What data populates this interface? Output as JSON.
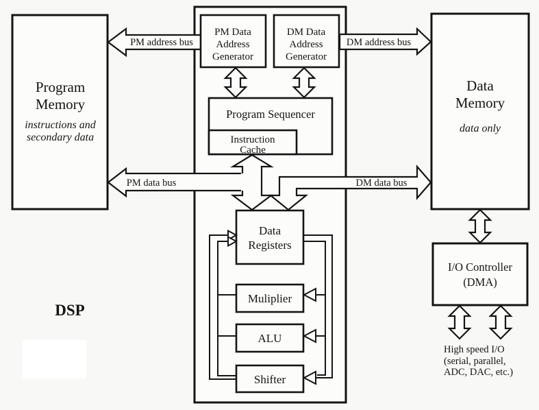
{
  "colors": {
    "ink": "#141414",
    "background": "#f8f8f6",
    "box_fill": "#fcfcfa",
    "erased_patch": "#ffffff"
  },
  "diagram": {
    "dsp_label": "DSP",
    "program_memory": {
      "line1": "Program",
      "line2": "Memory",
      "note1": "instructions and",
      "note2": "secondary data"
    },
    "data_memory": {
      "line1": "Data",
      "line2": "Memory",
      "note1": "data only"
    },
    "pm_dag": {
      "line1": "PM Data",
      "line2": "Address",
      "line3": "Generator"
    },
    "dm_dag": {
      "line1": "DM Data",
      "line2": "Address",
      "line3": "Generator"
    },
    "program_sequencer": {
      "line1": "Program Sequencer"
    },
    "instruction_cache": {
      "line1": "Instruction",
      "line2": "Cache"
    },
    "data_registers": {
      "line1": "Data",
      "line2": "Registers"
    },
    "multiplier": {
      "line1": "Muliplier"
    },
    "alu": {
      "line1": "ALU"
    },
    "shifter": {
      "line1": "Shifter"
    },
    "io_controller": {
      "line1": "I/O Controller",
      "line2": "(DMA)"
    },
    "buses": {
      "pm_address": "PM address bus",
      "dm_address": "DM address bus",
      "pm_data": "PM data bus",
      "dm_data": "DM data bus"
    },
    "high_speed_io": {
      "line1": "High speed I/O",
      "line2": "(serial, parallel,",
      "line3": "ADC, DAC, etc.)"
    }
  }
}
